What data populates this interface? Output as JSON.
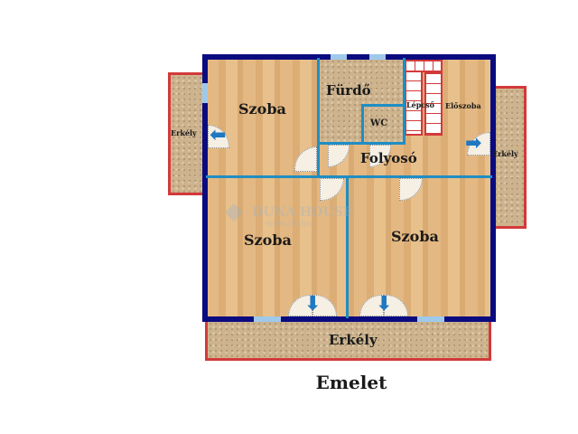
{
  "title": "Emelet",
  "rooms": {
    "szoba_top_left": "Szoba",
    "furdo": "Fürdő",
    "wc": "WC",
    "lepcso": "Lépcső",
    "eloszoba": "Előszoba",
    "folyoso": "Folyosó",
    "szoba_bottom_left": "Szoba",
    "szoba_bottom_right": "Szoba",
    "erkely_left": "Erkély",
    "erkely_right": "Erkély",
    "erkely_bottom": "Erkély"
  },
  "watermark": {
    "brand": "DUNA HOUSE",
    "url": "www.dh.hu"
  },
  "colors": {
    "outer_wall": "#0b0b80",
    "inner_wall": "#1f8ec4",
    "balcony_border": "#d23a3a"
  }
}
